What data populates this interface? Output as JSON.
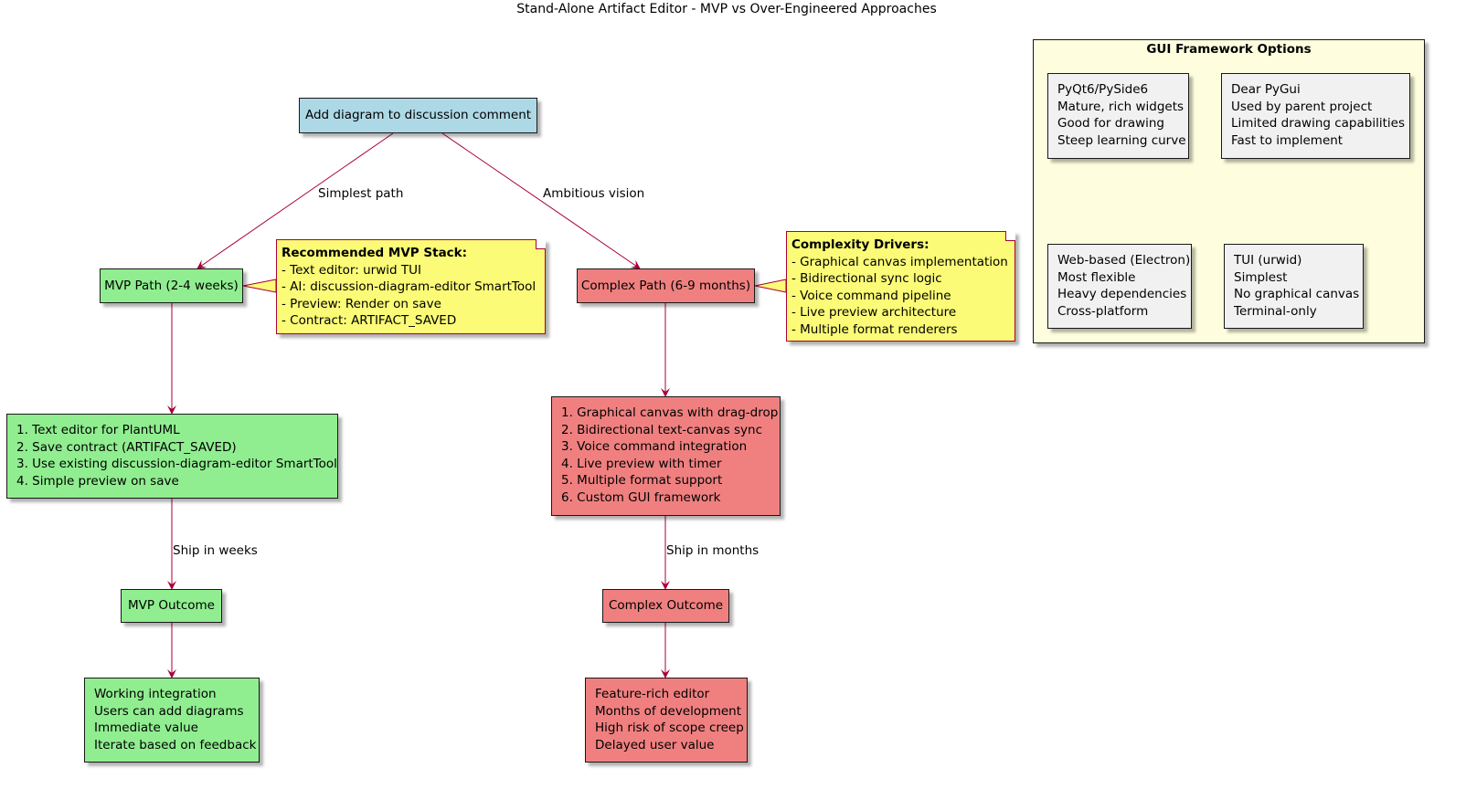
{
  "title": "Stand-Alone Artifact Editor - MVP vs Over-Engineered Approaches",
  "colors": {
    "mvp": "#90EE90",
    "complex": "#F08080",
    "root": "#ADD8E6",
    "note": "#FBFB77",
    "arrow": "#A80036",
    "package": "#FEFEDF"
  },
  "root": "Add diagram to discussion comment",
  "edges": {
    "simplest": "Simplest path",
    "ambitious": "Ambitious vision",
    "ship_weeks": "Ship in weeks",
    "ship_months": "Ship in months"
  },
  "mvp": {
    "path": "MVP Path (2-4 weeks)",
    "note": {
      "heading": "Recommended MVP Stack:",
      "lines": [
        "- Text editor: urwid TUI",
        "- AI: discussion-diagram-editor SmartTool",
        "- Preview: Render on save",
        "- Contract: ARTIFACT_SAVED"
      ]
    },
    "steps": [
      "1. Text editor for PlantUML",
      "2. Save contract (ARTIFACT_SAVED)",
      "3. Use existing discussion-diagram-editor SmartTool",
      "4. Simple preview on save"
    ],
    "outcome": "MVP Outcome",
    "results": [
      "Working integration",
      "Users can add diagrams",
      "Immediate value",
      "Iterate based on feedback"
    ]
  },
  "complex": {
    "path": "Complex Path (6-9 months)",
    "note": {
      "heading": "Complexity Drivers:",
      "lines": [
        "- Graphical canvas implementation",
        "- Bidirectional sync logic",
        "- Voice command pipeline",
        "- Live preview architecture",
        "- Multiple format renderers"
      ]
    },
    "steps": [
      "1. Graphical canvas with drag-drop",
      "2. Bidirectional text-canvas sync",
      "3. Voice command integration",
      "4. Live preview with timer",
      "5. Multiple format support",
      "6. Custom GUI framework"
    ],
    "outcome": "Complex Outcome",
    "results": [
      "Feature-rich editor",
      "Months of development",
      "High risk of scope creep",
      "Delayed user value"
    ]
  },
  "package": {
    "title": "GUI Framework Options",
    "options": [
      [
        "PyQt6/PySide6",
        "Mature, rich widgets",
        "Good for drawing",
        "Steep learning curve"
      ],
      [
        "Dear PyGui",
        "Used by parent project",
        "Limited drawing capabilities",
        "Fast to implement"
      ],
      [
        "Web-based (Electron)",
        "Most flexible",
        "Heavy dependencies",
        "Cross-platform"
      ],
      [
        "TUI (urwid)",
        "Simplest",
        "No graphical canvas",
        "Terminal-only"
      ]
    ]
  }
}
